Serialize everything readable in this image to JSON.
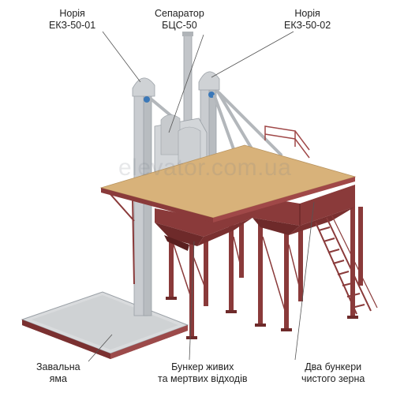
{
  "labels": {
    "elevator_1": {
      "line1": "Норія",
      "line2": "ЕКЗ-50-01"
    },
    "separator": {
      "line1": "Сепаратор",
      "line2": "БЦС-50"
    },
    "elevator_2": {
      "line1": "Норія",
      "line2": "ЕКЗ-50-02"
    },
    "intake_pit": {
      "line1": "Завальна",
      "line2": "яма"
    },
    "waste_bunker": {
      "line1": "Бункер живих",
      "line2": "та мертвих відходів"
    },
    "clean_bunkers": {
      "line1": "Два бункери",
      "line2": "чистого зерна"
    }
  },
  "watermark": "elevator.com.ua",
  "colors": {
    "steel": "#c9ccd0",
    "steel_dark": "#9aa0a6",
    "frame_red": "#8a3a3a",
    "frame_red_dark": "#6e2a2a",
    "deck_wood": "#d8b27a",
    "separator_orange": "#e07a2a",
    "pit_surface": "#d2d4d6"
  }
}
